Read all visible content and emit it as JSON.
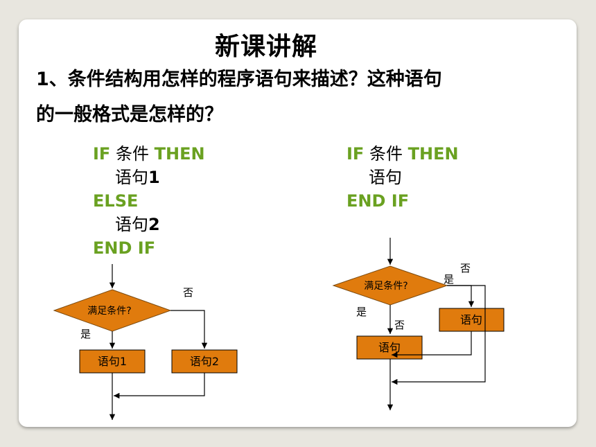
{
  "title": "新课讲解",
  "question": {
    "line1": "1、条件结构用怎样的程序语句来描述？这种语句",
    "line2": "的一般格式是怎样的？"
  },
  "left_code": {
    "if_kw": "IF",
    "condition": "条件",
    "then_kw": "THEN",
    "stmt1_text": "语句",
    "stmt1_num": "1",
    "else_kw": "ELSE",
    "stmt2_text": "语句",
    "stmt2_num": "2",
    "endif_kw": "END IF"
  },
  "right_code": {
    "if_kw": "IF",
    "condition": "条件",
    "then_kw": "THEN",
    "stmt_text": "语句",
    "endif_kw": "END IF"
  },
  "left_flow": {
    "decision": "满足条件?",
    "yes": "是",
    "no": "否",
    "box1": "语句1",
    "box2": "语句2"
  },
  "right_flow": {
    "decision": "满足条件?",
    "yes": "是",
    "no": "否",
    "box_yes": "语句",
    "box_no": "语句"
  },
  "colors": {
    "keyword": "#6aa121",
    "shape_fill": "#e07b0d",
    "background": "#e8e6df"
  }
}
